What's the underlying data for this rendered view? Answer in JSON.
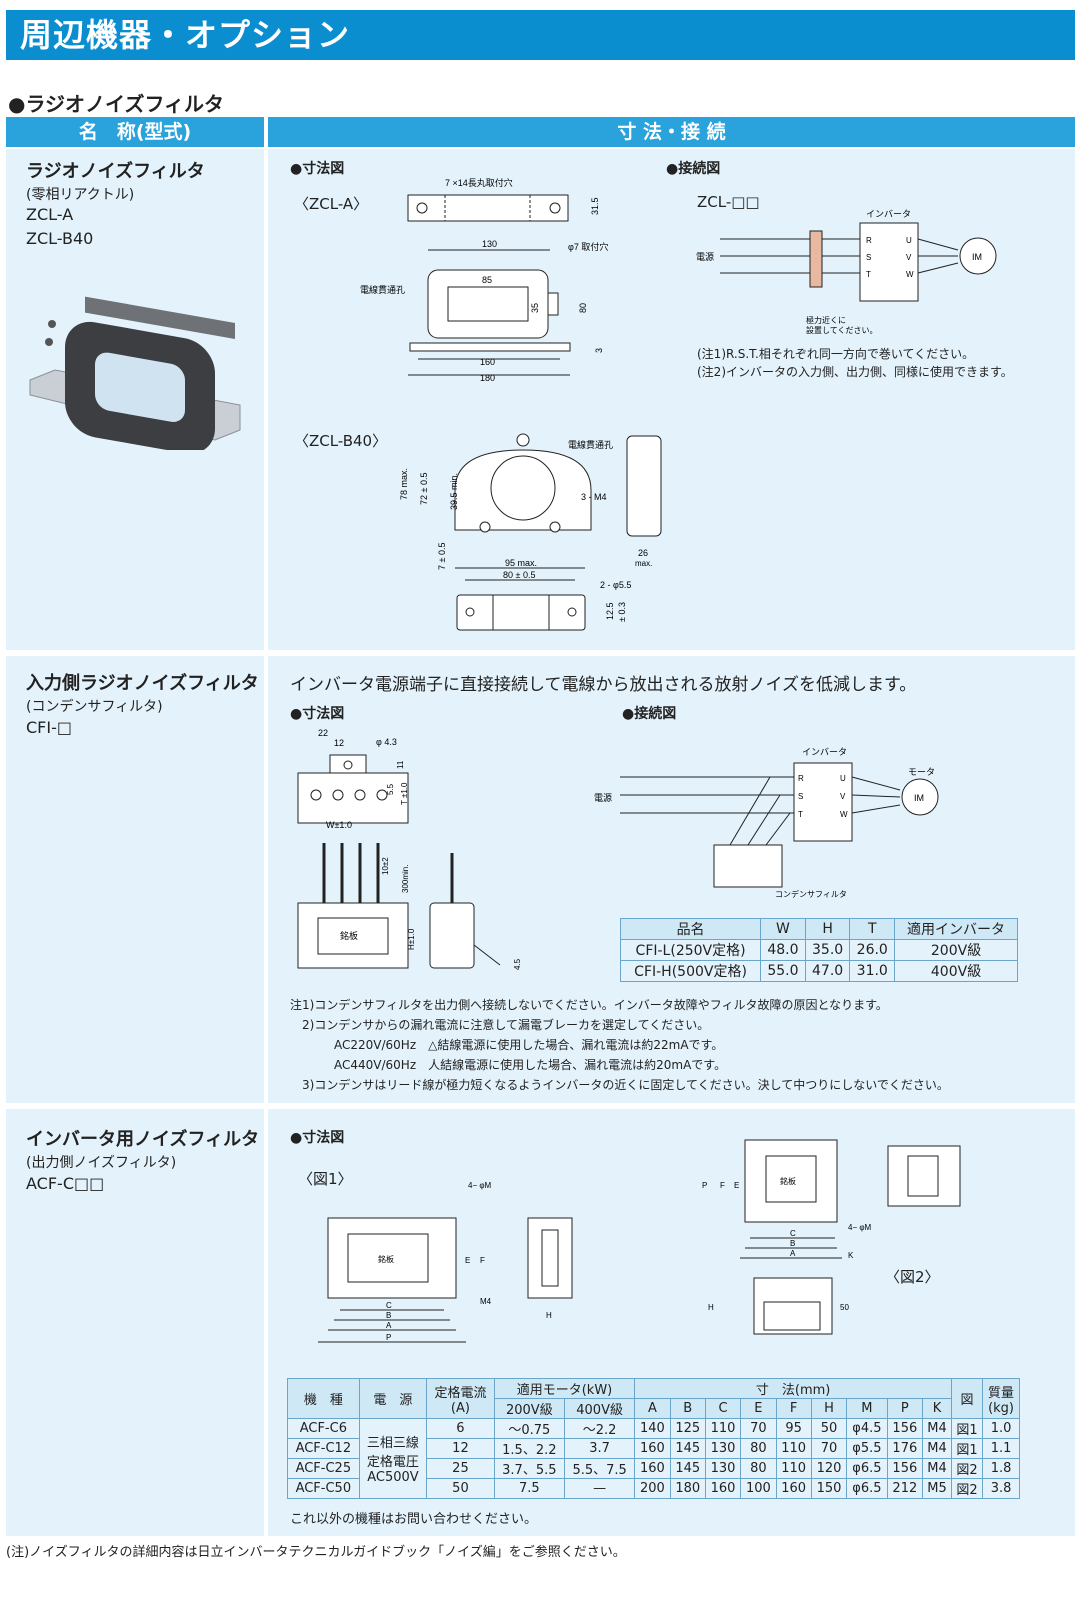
{
  "page_title": "周辺機器・オプション",
  "section_title": "●ラジオノイズフィルタ",
  "headers": {
    "name": "名　称(型式)",
    "dims": "寸 法・接 続"
  },
  "row1": {
    "name": "ラジオノイズフィルタ",
    "sub": "(零相リアクトル)",
    "model_a": "ZCL-A",
    "model_b": "ZCL-B40",
    "dim_label": "●寸法図",
    "conn_label": "●接続図",
    "zcla_label": "〈ZCL-A〉",
    "zclb_label": "〈ZCL-B40〉",
    "conn_model": "ZCL-□□",
    "dim_texts": {
      "slot": "7 ×14長丸取付穴",
      "hole": "φ7 取付穴",
      "passthrough": "電線貫通孔",
      "d130": "130",
      "d85": "85",
      "d35": "35",
      "d80": "80",
      "d31_5": "31.5",
      "d160": "160",
      "d180": "180",
      "d3": "3",
      "b_78": "78 max.",
      "b_72": "72 ± 0.5",
      "b_39": "39.5 min.",
      "b_7": "7 ± 0.5",
      "b_95": "95 max.",
      "b_80": "80 ± 0.5",
      "b_26": "26",
      "b_max": "max.",
      "b_m4": "3 - M4",
      "b_hole": "2 - φ5.5",
      "b_12": "12.5",
      "b_03": "± 0.3"
    },
    "conn_texts": {
      "inverter": "インバータ",
      "power": "電源",
      "motor": "IM",
      "near": "極力近くに",
      "near2": "設置してください。",
      "r": "R",
      "s": "S",
      "t": "T",
      "u": "U",
      "v": "V",
      "w": "W"
    },
    "notes": [
      "(注1)R.S.T.相それぞれ同一方向で巻いてください。",
      "(注2)インバータの入力側、出力側、同様に使用できます。"
    ]
  },
  "row2": {
    "name": "入力側ラジオノイズフィルタ",
    "sub": "(コンデンサフィルタ)",
    "model": "CFI-□",
    "description": "インバータ電源端子に直接接続して電線から放出される放射ノイズを低減します。",
    "dim_label": "●寸法図",
    "conn_label": "●接続図",
    "dim_texts": {
      "d22": "22",
      "d12": "12",
      "phi": "φ 4.3",
      "d11": "11",
      "d55": "5.5",
      "t": "T ±1.0",
      "w": "W±1.0",
      "d10": "10±2",
      "d300": "300min.",
      "h": "H±1.0",
      "plate": "銘板",
      "d45": "4.5"
    },
    "conn_texts": {
      "inverter": "インバータ",
      "motor_label": "モータ",
      "power": "電源",
      "motor": "IM",
      "cap": "コンデンサフィルタ",
      "r": "R",
      "s": "S",
      "t": "T",
      "u": "U",
      "v": "V",
      "w": "W"
    },
    "table": {
      "headers": [
        "品名",
        "W",
        "H",
        "T",
        "適用インバータ"
      ],
      "rows": [
        [
          "CFI-L(250V定格)",
          "48.0",
          "35.0",
          "26.0",
          "200V級"
        ],
        [
          "CFI-H(500V定格)",
          "55.0",
          "47.0",
          "31.0",
          "400V級"
        ]
      ]
    },
    "notes": [
      "注1)コンデンサフィルタを出力側へ接続しないでください。インバータ故障やフィルタ故障の原因となります。",
      "2)コンデンサからの漏れ電流に注意して漏電ブレーカを選定してください。",
      "AC220V/60Hz　△結線電源に使用した場合、漏れ電流は約22mAです。",
      "AC440V/60Hz　人結線電源に使用した場合、漏れ電流は約20mAです。",
      "3)コンデンサはリード線が極力短くなるようインバータの近くに固定してください。決して中つりにしないでください。"
    ]
  },
  "row3": {
    "name": "インバータ用ノイズフィルタ",
    "sub": "(出力側ノイズフィルタ)",
    "model": "ACF-C□□",
    "dim_label": "●寸法図",
    "fig1": "〈図1〉",
    "fig2": "〈図2〉",
    "dim_texts": {
      "m": "4− φM",
      "plate": "銘板",
      "e": "E",
      "f": "F",
      "c": "C",
      "b": "B",
      "a": "A",
      "p": "P",
      "m4": "M4",
      "h": "H",
      "k": "K",
      "d50": "50"
    },
    "table": {
      "h_type": "機　種",
      "h_power": "電　源",
      "h_current": "定格電流",
      "h_current2": "(A)",
      "h_motor": "適用モータ(kW)",
      "h_dims": "寸　法(mm)",
      "h_fig": "図",
      "h_mass": "質量",
      "h_mass2": "(kg)",
      "h_200": "200V級",
      "h_400": "400V級",
      "dim_cols": [
        "A",
        "B",
        "C",
        "E",
        "F",
        "H",
        "M",
        "P",
        "K"
      ],
      "power_lines": [
        "三相三線",
        "定格電圧",
        "AC500V"
      ],
      "rows": [
        [
          "ACF-C6",
          "6",
          "〜0.75",
          "〜2.2",
          "140",
          "125",
          "110",
          "70",
          "95",
          "50",
          "φ4.5",
          "156",
          "M4",
          "図1",
          "1.0"
        ],
        [
          "ACF-C12",
          "12",
          "1.5、2.2",
          "3.7",
          "160",
          "145",
          "130",
          "80",
          "110",
          "70",
          "φ5.5",
          "176",
          "M4",
          "図1",
          "1.1"
        ],
        [
          "ACF-C25",
          "25",
          "3.7、5.5",
          "5.5、7.5",
          "160",
          "145",
          "130",
          "80",
          "110",
          "120",
          "φ6.5",
          "156",
          "M4",
          "図2",
          "1.8"
        ],
        [
          "ACF-C50",
          "50",
          "7.5",
          "—",
          "200",
          "180",
          "160",
          "100",
          "160",
          "150",
          "φ6.5",
          "212",
          "M5",
          "図2",
          "3.8"
        ]
      ]
    },
    "footnote": "これ以外の機種はお問い合わせください。"
  },
  "bottom_note": "(注)ノイズフィルタの詳細内容は日立インバータテクニカルガイドブック「ノイズ編」をご参照ください。"
}
